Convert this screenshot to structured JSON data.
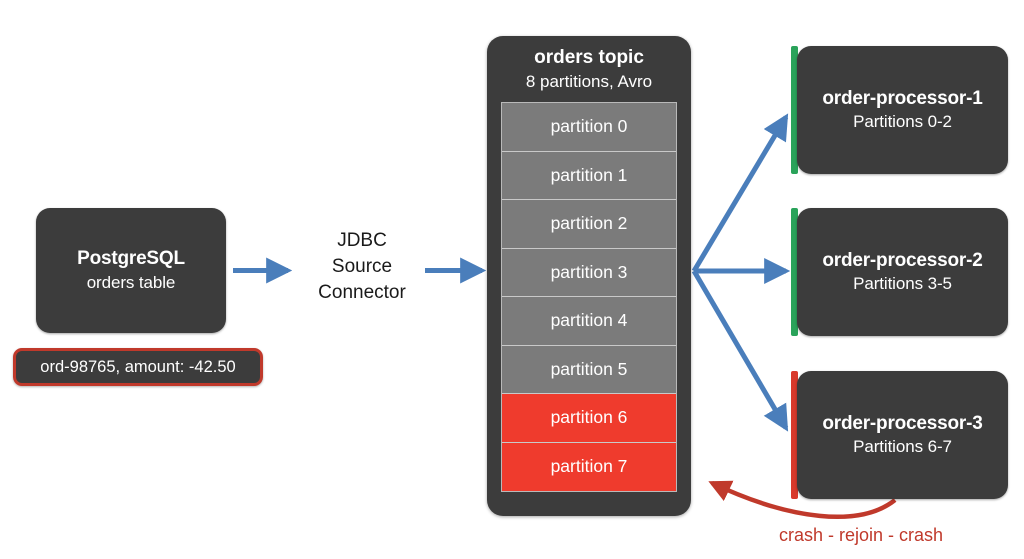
{
  "diagram": {
    "title": "Kafka order processing pipeline with crashing consumer",
    "colors": {
      "node_fill": "#3c3c3c",
      "partition_fill": "#7b7b7b",
      "partition_alert_fill": "#ef3b2d",
      "arrow_blue": "#4a7ebb",
      "status_healthy": "#2aa35a",
      "status_failed": "#d8392b",
      "crash_text": "#c0392b",
      "background": "#ffffff"
    }
  },
  "source": {
    "title": "PostgreSQL",
    "subtitle": "orders table",
    "record_badge": "ord-98765, amount: -42.50"
  },
  "connector": {
    "line1": "JDBC",
    "line2": "Source",
    "line3": "Connector"
  },
  "topic": {
    "title": "orders topic",
    "subtitle": "8 partitions, Avro",
    "partitions": [
      {
        "label": "partition 0",
        "state": "ok"
      },
      {
        "label": "partition 1",
        "state": "ok"
      },
      {
        "label": "partition 2",
        "state": "ok"
      },
      {
        "label": "partition 3",
        "state": "ok"
      },
      {
        "label": "partition 4",
        "state": "ok"
      },
      {
        "label": "partition 5",
        "state": "ok"
      },
      {
        "label": "partition 6",
        "state": "alert"
      },
      {
        "label": "partition 7",
        "state": "alert"
      }
    ]
  },
  "consumers": [
    {
      "title": "order-processor-1",
      "subtitle": "Partitions 0-2",
      "status": "healthy"
    },
    {
      "title": "order-processor-2",
      "subtitle": "Partitions 3-5",
      "status": "healthy"
    },
    {
      "title": "order-processor-3",
      "subtitle": "Partitions 6-7",
      "status": "failed"
    }
  ],
  "annotations": {
    "crash_loop": "crash - rejoin - crash"
  }
}
